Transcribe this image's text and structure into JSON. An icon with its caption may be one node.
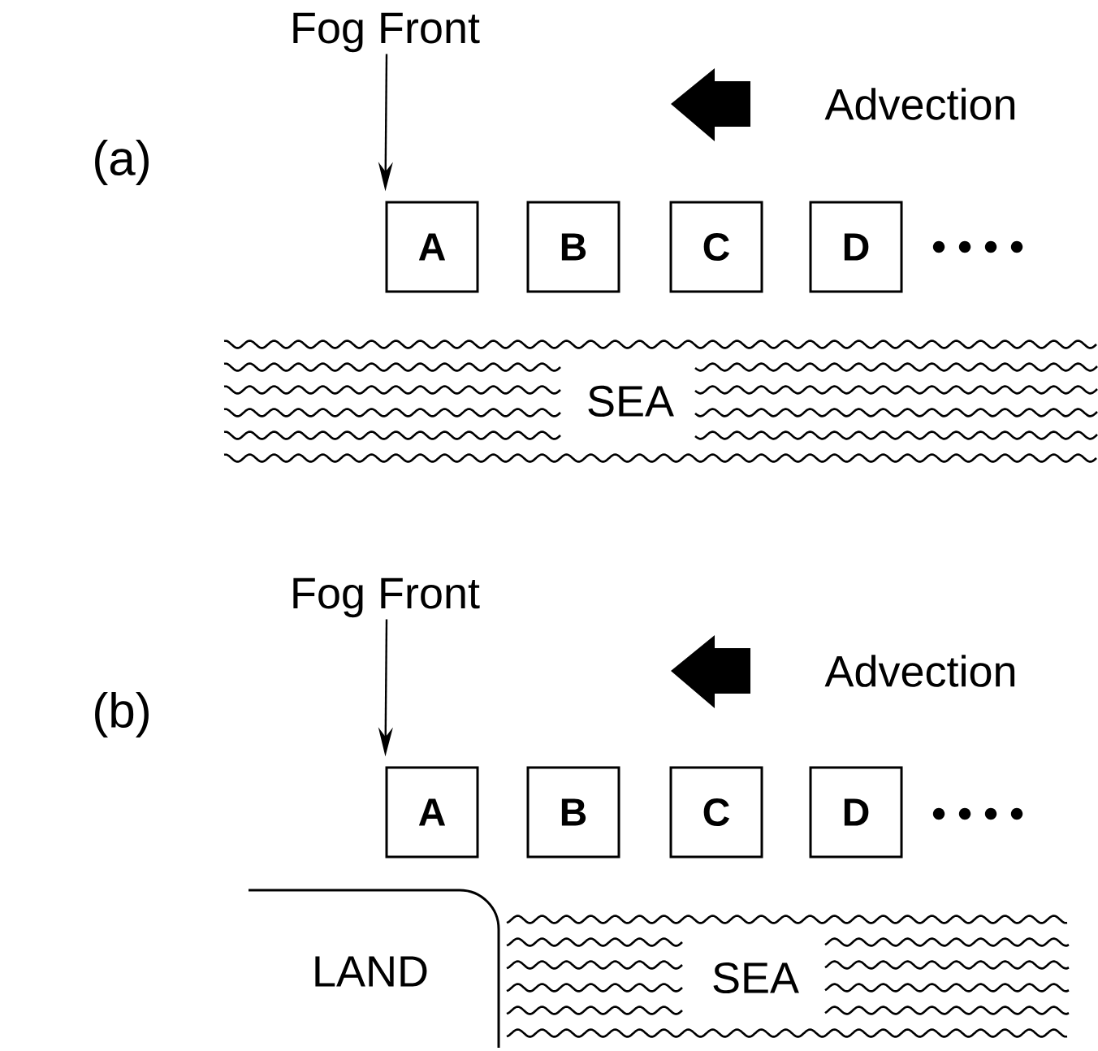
{
  "diagram": {
    "nodes": [
      {
        "text": [
          "Fog Front"
        ]
      },
      {
        "text": [
          "A"
        ]
      },
      {
        "text": [
          "B"
        ]
      },
      {
        "text": [
          "C"
        ]
      },
      {
        "text": [
          "D"
        ]
      },
      {
        "text": [
          "Fog Front"
        ]
      },
      {
        "text": [
          "A"
        ]
      },
      {
        "text": [
          "B"
        ]
      },
      {
        "text": [
          "C"
        ]
      },
      {
        "text": [
          "D"
        ]
      }
    ],
    "edges": [
      {
        "from": 0,
        "to": 1,
        "arrow": "to"
      },
      {
        "from": 5,
        "to": 6,
        "arrow": "to"
      }
    ],
    "labels": [
      "(a)",
      "Advection",
      "SEA",
      "(b)",
      "Advection",
      "LAND",
      "SEA"
    ]
  }
}
